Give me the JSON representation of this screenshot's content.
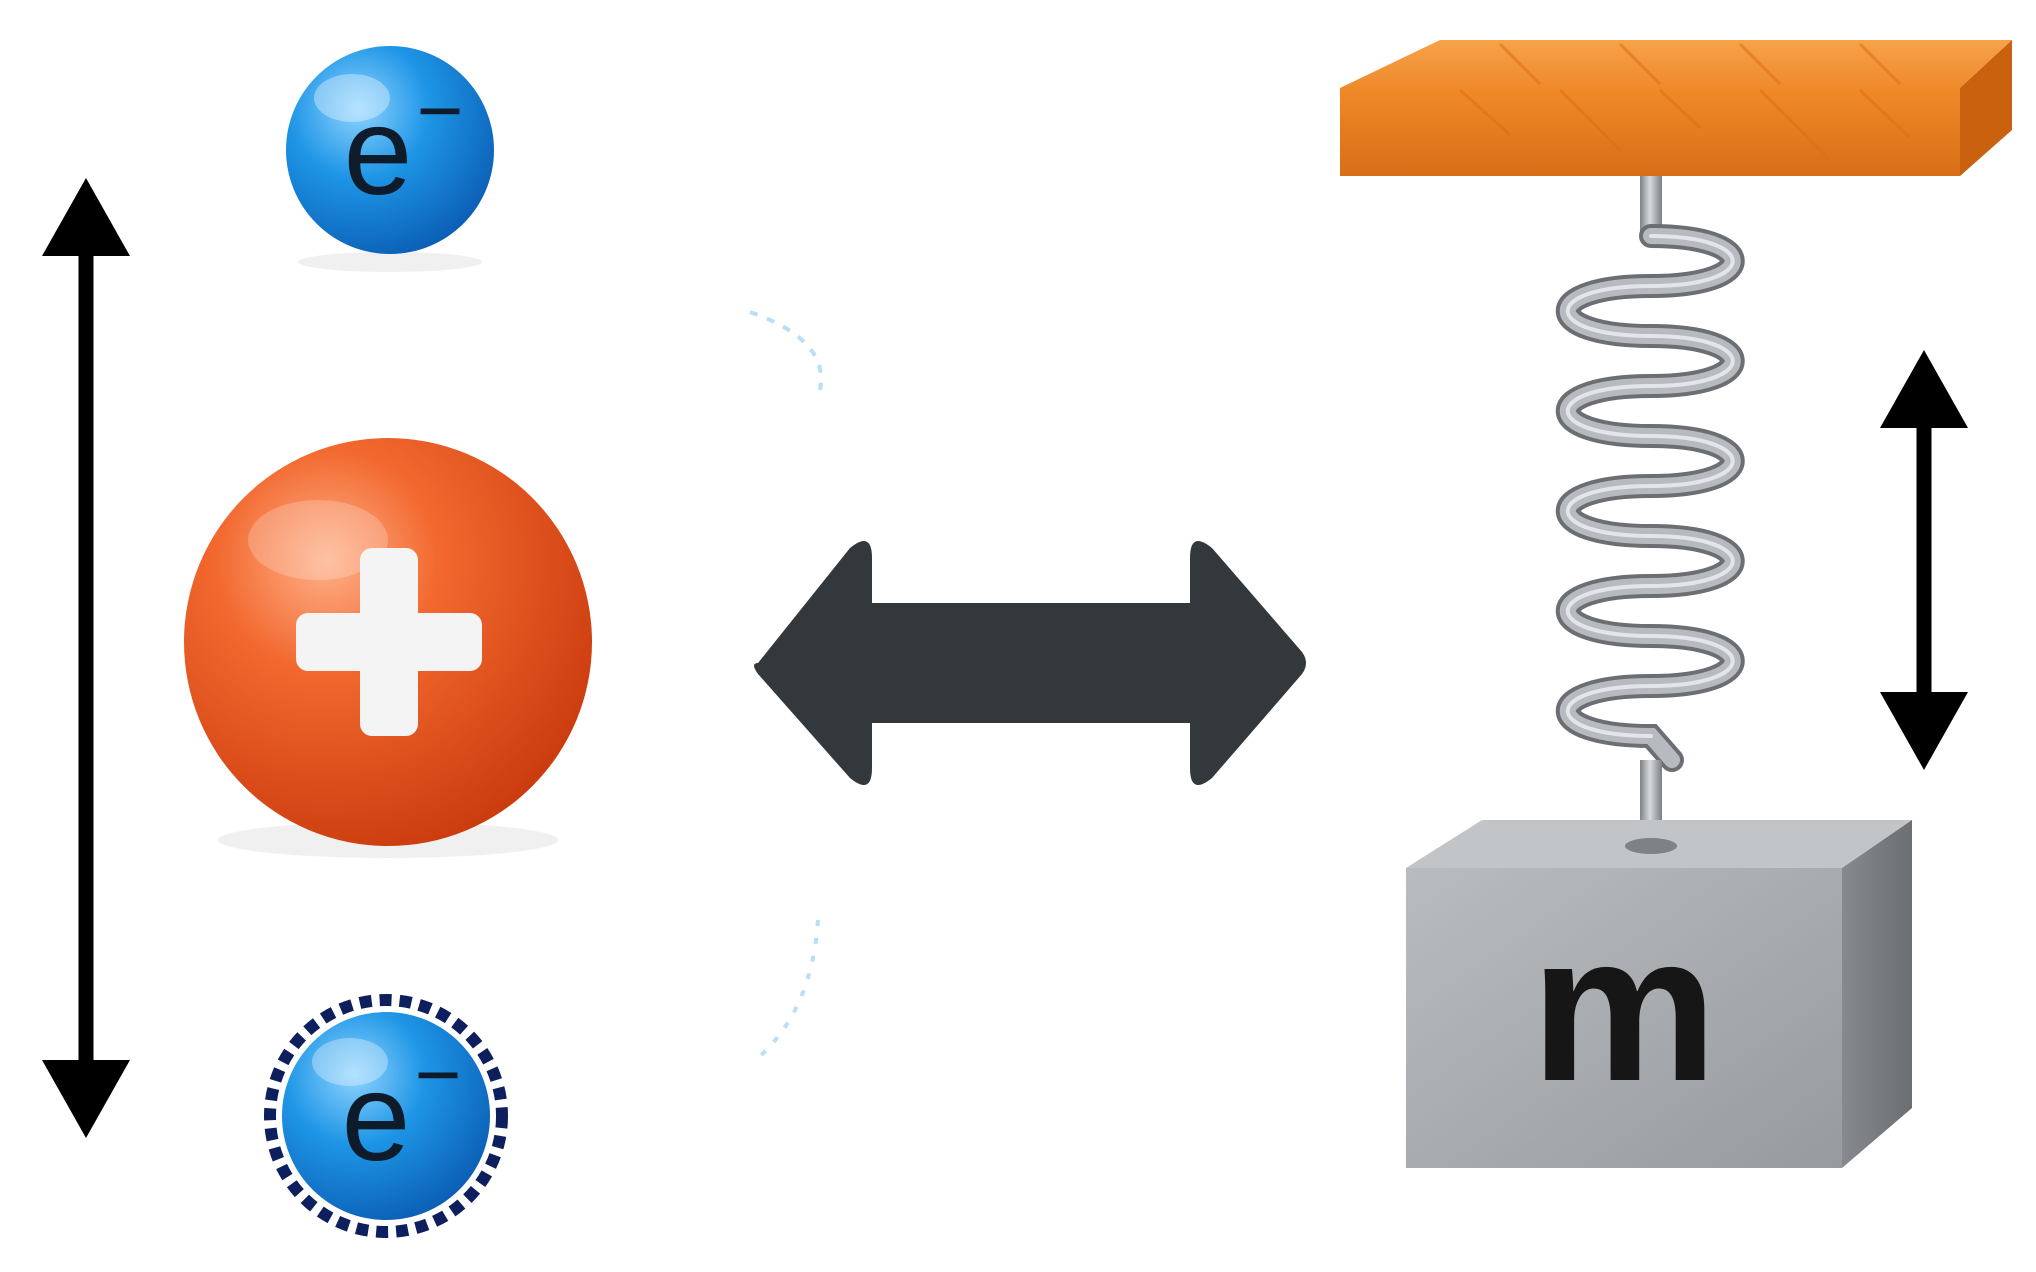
{
  "atom": {
    "top_electron": {
      "symbol": "e",
      "charge": "−"
    },
    "nucleus": {
      "charge_symbol": "+"
    },
    "bottom_electron": {
      "symbol": "e",
      "charge": "−"
    }
  },
  "oscillator": {
    "mass_label": "m"
  },
  "colors": {
    "electron": "#1a8fe0",
    "nucleus": "#e9531e",
    "support": "#f18a2a",
    "spring": "#9fa3a8",
    "mass_block": "#a9adb1",
    "arrows": "#000000",
    "equivalence_arrow": "#32383b"
  }
}
